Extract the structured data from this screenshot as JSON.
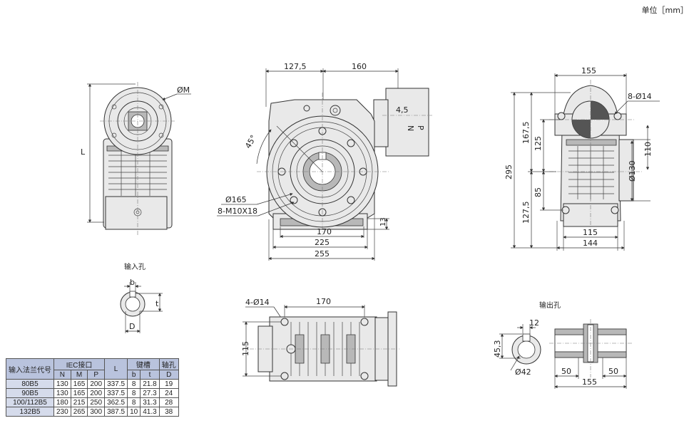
{
  "unit_label": "单位［mm］",
  "dimensions": {
    "side_view": {
      "L": "L",
      "phiM": "ØM"
    },
    "front_view": {
      "d127_5": "127,5",
      "d160": "160",
      "d4_5": "4,5",
      "N": "N",
      "P": "P",
      "angle45": "45°",
      "phi165": "Ø165",
      "holes8": "8-M10X18",
      "d170": "170",
      "d225": "225",
      "d255": "255",
      "d13": "13"
    },
    "right_view": {
      "d155": "155",
      "holes8phi14": "8-Ø14",
      "d295": "295",
      "d167_5": "167,5",
      "d125": "125",
      "d127_5": "127,5",
      "d85": "85",
      "d110": "110",
      "phi130": "Ø130",
      "d115": "115",
      "d144": "144"
    },
    "input_hole": {
      "title": "输入孔",
      "b": "b",
      "t": "t",
      "D": "D"
    },
    "bottom_view": {
      "holes4": "4-Ø14",
      "d170": "170",
      "d115": "115"
    },
    "output_hole": {
      "title": "输出孔",
      "d12": "12",
      "d45_3": "45,3",
      "phi42": "Ø42",
      "d50a": "50",
      "d50b": "50",
      "d155": "155"
    }
  },
  "table": {
    "header_row1": {
      "flange": "输入法兰代号",
      "iec": "IEC接口",
      "L": "L",
      "keyway": "键槽",
      "bore": "轴孔"
    },
    "header_row2": [
      "N",
      "M",
      "P",
      "b",
      "t",
      "D"
    ],
    "rows": [
      [
        "80B5",
        "130",
        "165",
        "200",
        "337.5",
        "8",
        "21.8",
        "19"
      ],
      [
        "90B5",
        "130",
        "165",
        "200",
        "337.5",
        "8",
        "27.3",
        "24"
      ],
      [
        "100/112B5",
        "180",
        "215",
        "250",
        "362.5",
        "8",
        "31.3",
        "28"
      ],
      [
        "132B5",
        "230",
        "265",
        "300",
        "387.5",
        "10",
        "41.3",
        "38"
      ]
    ]
  }
}
